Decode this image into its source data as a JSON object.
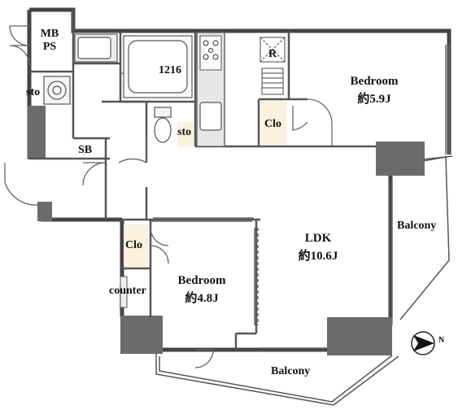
{
  "floorplan": {
    "rooms": {
      "mb_ps": [
        "MB",
        "PS"
      ],
      "sto_left": "sto",
      "unit_bath": "1216",
      "sto_mid": "sto",
      "fridge": "R",
      "sb": "SB",
      "clo_right": "Clo",
      "bedroom_right": {
        "name": "Bedroom",
        "size": "約5.9J"
      },
      "ldk": {
        "name": "LDK",
        "size": "約10.6J"
      },
      "balcony_right": "Balcony",
      "clo_left": "Clo",
      "counter": "counter",
      "bedroom_left": {
        "name": "Bedroom",
        "size": "約4.8J"
      },
      "balcony_bottom": "Balcony"
    },
    "north_arrow": "N"
  }
}
